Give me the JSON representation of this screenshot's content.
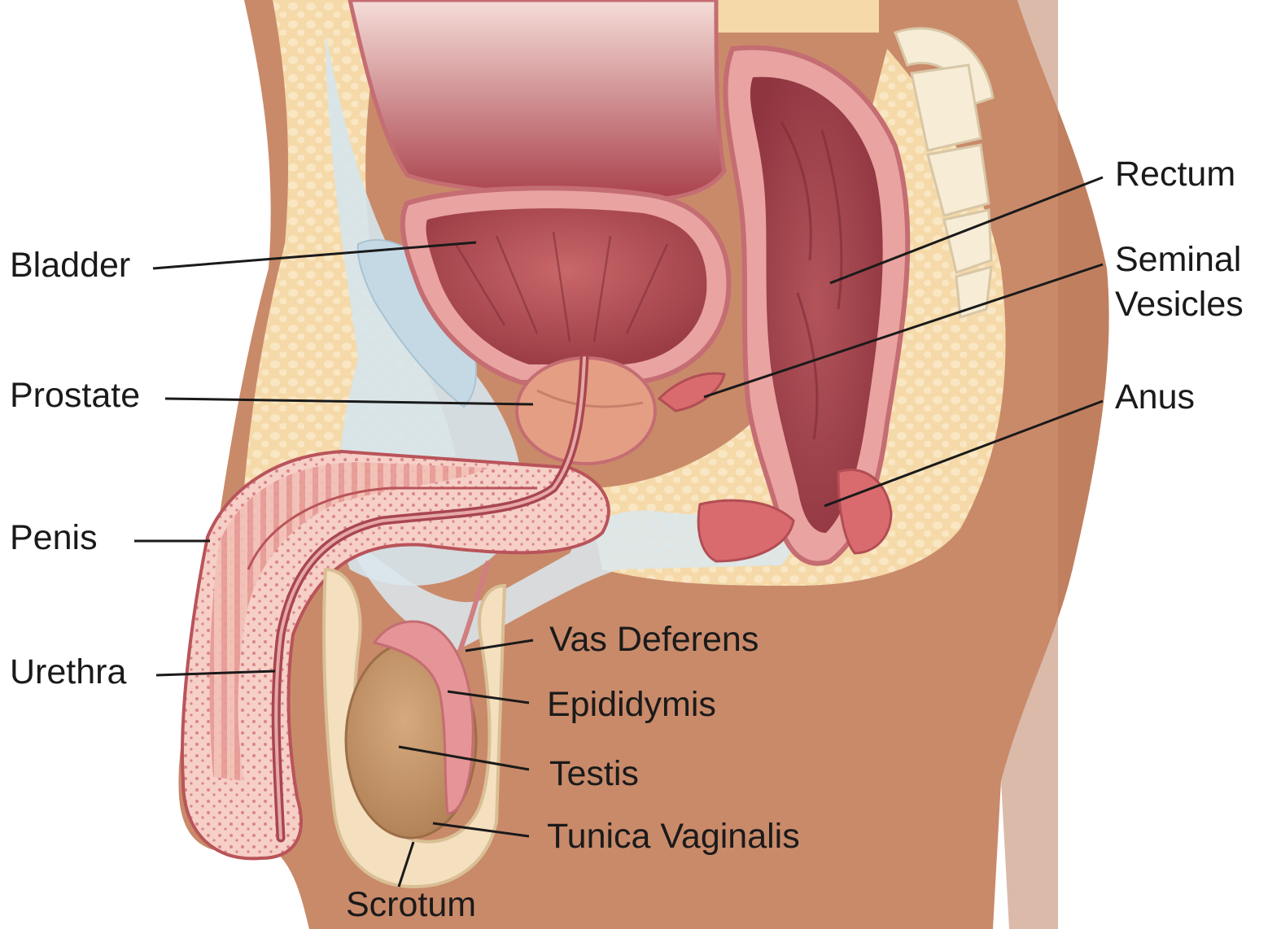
{
  "labels": {
    "bladder": "Bladder",
    "prostate": "Prostate",
    "penis": "Penis",
    "urethra": "Urethra",
    "rectum": "Rectum",
    "seminal_vesicles_line1": "Seminal",
    "seminal_vesicles_line2": "Vesicles",
    "anus": "Anus",
    "vas_deferens": "Vas Deferens",
    "epididymis": "Epididymis",
    "testis": "Testis",
    "tunica_vaginalis": "Tunica Vaginalis",
    "scrotum": "Scrotum"
  },
  "colors": {
    "skin": "#c98a6a",
    "skin_dark": "#a8674a",
    "fat": "#f5d9a8",
    "tissue_pink": "#e9a3a0",
    "muscle_red": "#b9545a",
    "inner_red": "#9c3d45",
    "membrane_blue": "#d6e4ec",
    "testis_tan": "#c99a6e",
    "label_text": "#1a1a1a"
  }
}
